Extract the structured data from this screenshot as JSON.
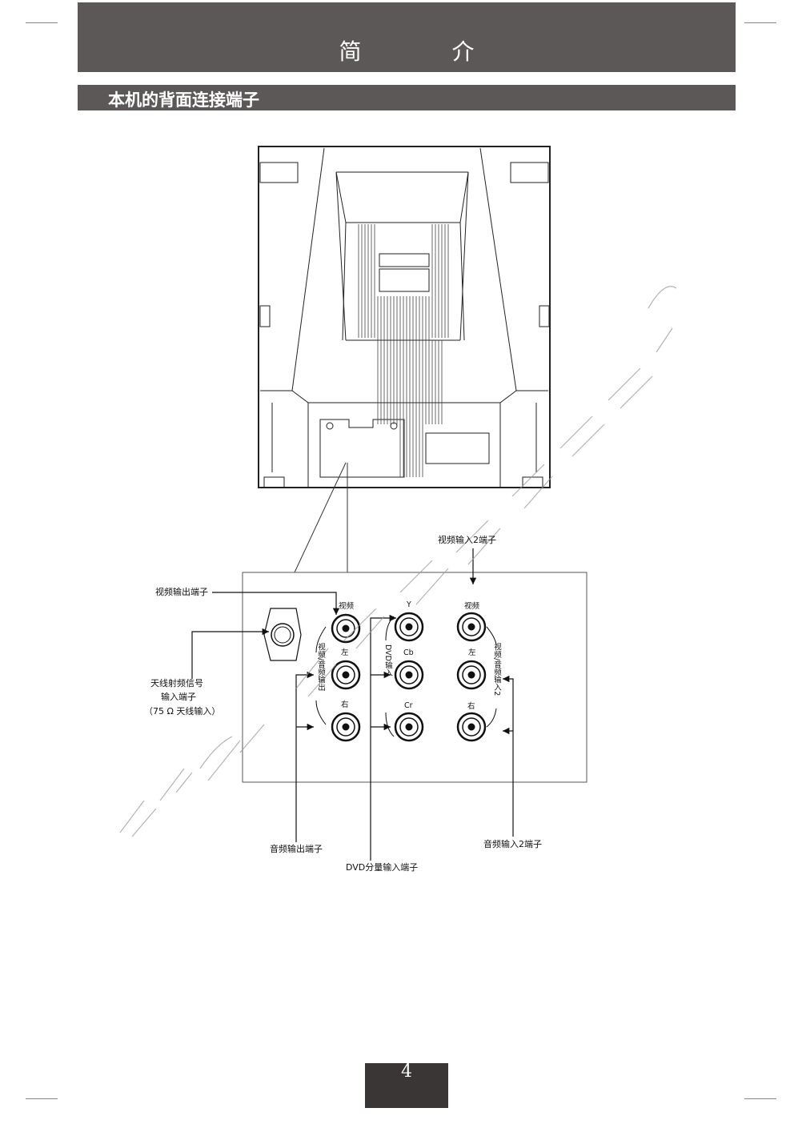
{
  "header": {
    "title": "简 介"
  },
  "section": {
    "title": "本机的背面连接端子"
  },
  "labels": {
    "video_out_terminal": "视频输出端子",
    "antenna_line1": "天线射频信号",
    "antenna_line2": "输入端子",
    "antenna_line3": "（75 Ω  天线输入）",
    "video_in2_terminal": "视频输入2端子",
    "audio_out_terminal": "音频输出端子",
    "dvd_terminal": "DVD分量输入端子",
    "audio_in2_terminal": "音频输入2端子"
  },
  "jack_labels": {
    "video_small": "视频",
    "left1": "左",
    "right1": "右",
    "y": "Y",
    "cb": "Cb",
    "cr": "Cr",
    "video2": "视频",
    "left2": "左",
    "right2": "右"
  },
  "vertical_labels": {
    "video_audio_out": "视频/音频输出",
    "dvd_in": "DVD输入",
    "video_audio_in2": "视频/音频输入2"
  },
  "page_number": "4"
}
